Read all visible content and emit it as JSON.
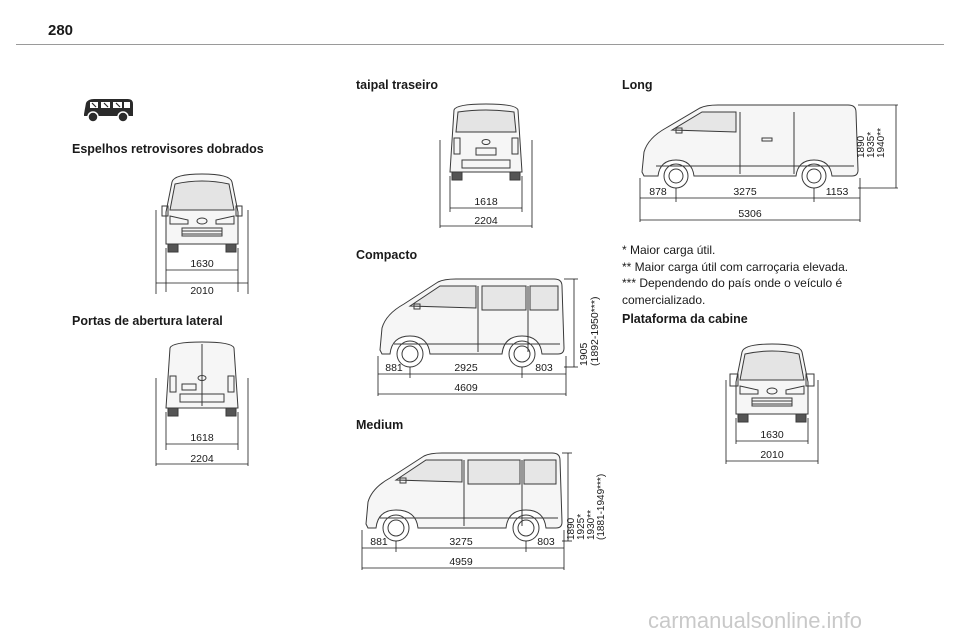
{
  "page": {
    "number": "280",
    "watermark": "carmanualsonline.info"
  },
  "left_column": {
    "heading_mirrors": "Espelhos retrovisores dobrados",
    "front_inner_width": "1630",
    "front_outer_width": "2010",
    "heading_side_doors": "Portas de abertura lateral",
    "rear_inner_width": "1618",
    "rear_outer_width": "2204"
  },
  "middle_column": {
    "heading_tailgate": "taipal traseiro",
    "rear_inner_width": "1618",
    "rear_outer_width": "2204",
    "heading_compact": "Compacto",
    "compact": {
      "front_overhang": "881",
      "wheelbase": "2925",
      "rear_overhang": "803",
      "total_length": "4609",
      "height_line1": "1905",
      "height_line2": "(1892-1950***)"
    },
    "heading_medium": "Medium",
    "medium": {
      "front_overhang": "881",
      "wheelbase": "3275",
      "rear_overhang": "803",
      "total_length": "4959",
      "height_line1": "1890",
      "height_line2": "1925*",
      "height_line3": "1930**",
      "height_line4": "(1881-1949***)"
    }
  },
  "right_column": {
    "heading_long": "Long",
    "long": {
      "front_overhang": "878",
      "wheelbase": "3275",
      "rear_overhang": "1153",
      "total_length": "5306",
      "height_line1": "1890",
      "height_line2": "1935*",
      "height_line3": "1940**"
    },
    "notes": [
      "* Maior carga útil.",
      "** Maior carga útil com carroçaria elevada.",
      "*** Dependendo do país onde o veículo é",
      "comercializado."
    ],
    "heading_cab_platform": "Plataforma da cabine",
    "front_inner_width": "1630",
    "front_outer_width": "2010"
  }
}
